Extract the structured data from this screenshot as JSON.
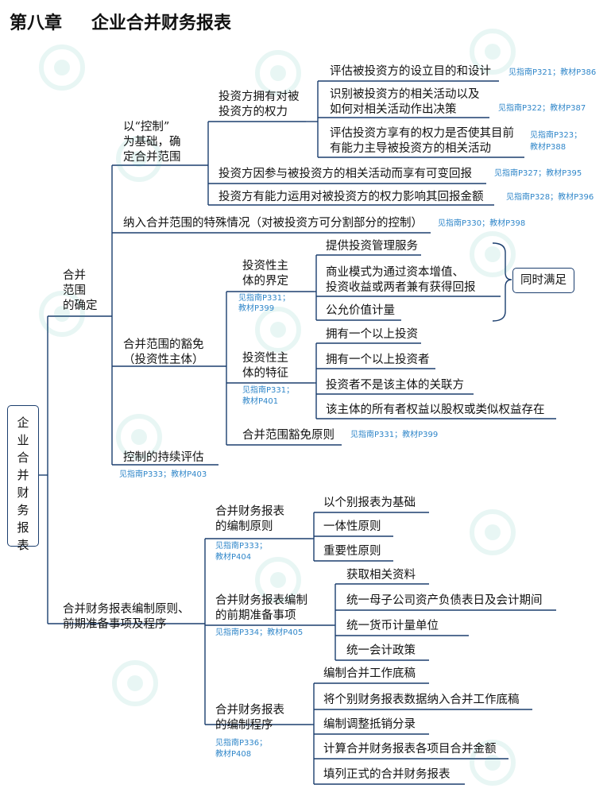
{
  "header": {
    "chapter": "第八章",
    "title": "企业合并财务报表"
  },
  "root": {
    "chars": [
      "企",
      "业",
      "合",
      "并",
      "财",
      "务",
      "报",
      "表"
    ]
  },
  "branch1": {
    "label": [
      "合并",
      "范围",
      "的确定"
    ],
    "control": {
      "label": [
        "以“控制”",
        "为基础，确",
        "定合并范围"
      ],
      "power": {
        "label": [
          "投资方拥有对被",
          "投资方的权力"
        ],
        "items": [
          {
            "text": [
              "评估被投资方的设立目的和设计"
            ],
            "ref": [
              "见指南P321；教材P386"
            ]
          },
          {
            "text": [
              "识别被投资方的相关活动以及",
              "如何对相关活动作出决策"
            ],
            "ref": [
              "见指南P322；教材P387"
            ]
          },
          {
            "text": [
              "评估投资方享有的权力是否使其目前",
              "有能力主导被投资方的相关活动"
            ],
            "ref": [
              "见指南P323；",
              "教材P388"
            ]
          }
        ]
      },
      "variable_return": {
        "text": "投资方因参与被投资方的相关活动而享有可变回报",
        "ref": "见指南P327；教材P395"
      },
      "link": {
        "text": "投资方有能力运用对被投资方的权力影响其回报金额",
        "ref": "见指南P328；教材P396"
      }
    },
    "special": {
      "text": "纳入合并范围的特殊情况（对被投资方可分割部分的控制）",
      "ref": "见指南P330；教材P398"
    },
    "exemption": {
      "label": [
        "合并范围的豁免",
        "（投资性主体）"
      ],
      "definition": {
        "label": [
          "投资性主",
          "体的界定"
        ],
        "ref": [
          "见指南P331；",
          "教材P399"
        ],
        "items": [
          "提供投资管理服务",
          "商业模式为通过资本增值、",
          "投资收益或两者兼有获得回报",
          "公允价值计量"
        ],
        "all_required": "同时满足"
      },
      "features": {
        "label": [
          "投资性主",
          "体的特征"
        ],
        "ref": [
          "见指南P331；",
          "教材P401"
        ],
        "items": [
          "拥有一个以上投资",
          "拥有一个以上投资者",
          "投资者不是该主体的关联方",
          "该主体的所有者权益以股权或类似权益存在"
        ]
      },
      "principle": {
        "text": "合并范围豁免原则",
        "ref": "见指南P331；教材P399"
      }
    },
    "continuous": {
      "text": "控制的持续评估",
      "ref": "见指南P333；教材P403"
    }
  },
  "branch2": {
    "label": [
      "合并财务报表编制原则、",
      "前期准备事项及程序"
    ],
    "principles": {
      "label": [
        "合并财务报表",
        "的编制原则"
      ],
      "ref": [
        "见指南P333；",
        "教材P404"
      ],
      "items": [
        "以个别报表为基础",
        "一体性原则",
        "重要性原则"
      ]
    },
    "preparation": {
      "label": [
        "合并财务报表编制",
        "的前期准备事项"
      ],
      "ref": [
        "见指南P334；教材P405"
      ],
      "items": [
        "获取相关资料",
        "统一母子公司资产负债表日及会计期间",
        "统一货币计量单位",
        "统一会计政策"
      ]
    },
    "procedure": {
      "label": [
        "合并财务报表",
        "的编制程序"
      ],
      "ref": [
        "见指南P336；",
        "教材P408"
      ],
      "items": [
        "编制合并工作底稿",
        "将个别财务报表数据纳入合并工作底稿",
        "编制调整抵销分录",
        "计算合并财务报表各项目合并金额",
        "填列正式的合并财务报表"
      ]
    }
  },
  "colors": {
    "line": "#1b3e6e",
    "ref": "#2f86c9",
    "watermark": "#2eaf9a"
  }
}
